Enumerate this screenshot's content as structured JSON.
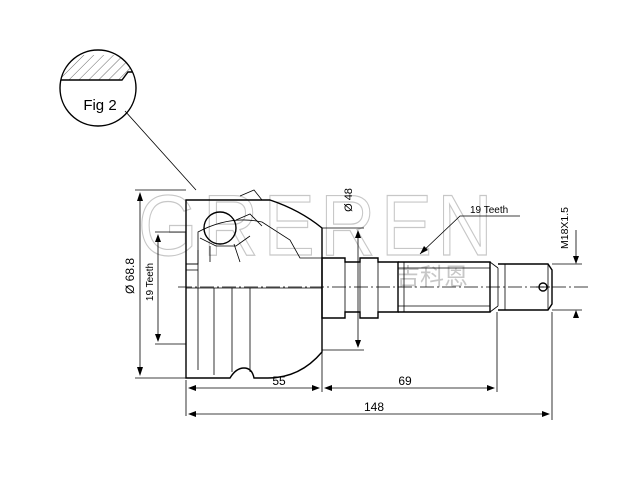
{
  "figure": {
    "callout_label": "Fig 2"
  },
  "dimensions": {
    "outer_diameter": "Ø 68.8",
    "inner_teeth": "19 Teeth",
    "bell_diameter": "Ø 48",
    "shaft_teeth": "19 Teeth",
    "thread": "M18X1.5",
    "length_a": "55",
    "length_b": "69",
    "total_length": "148"
  },
  "watermark": {
    "latin": "GREREN",
    "chinese": "吉科恩"
  }
}
